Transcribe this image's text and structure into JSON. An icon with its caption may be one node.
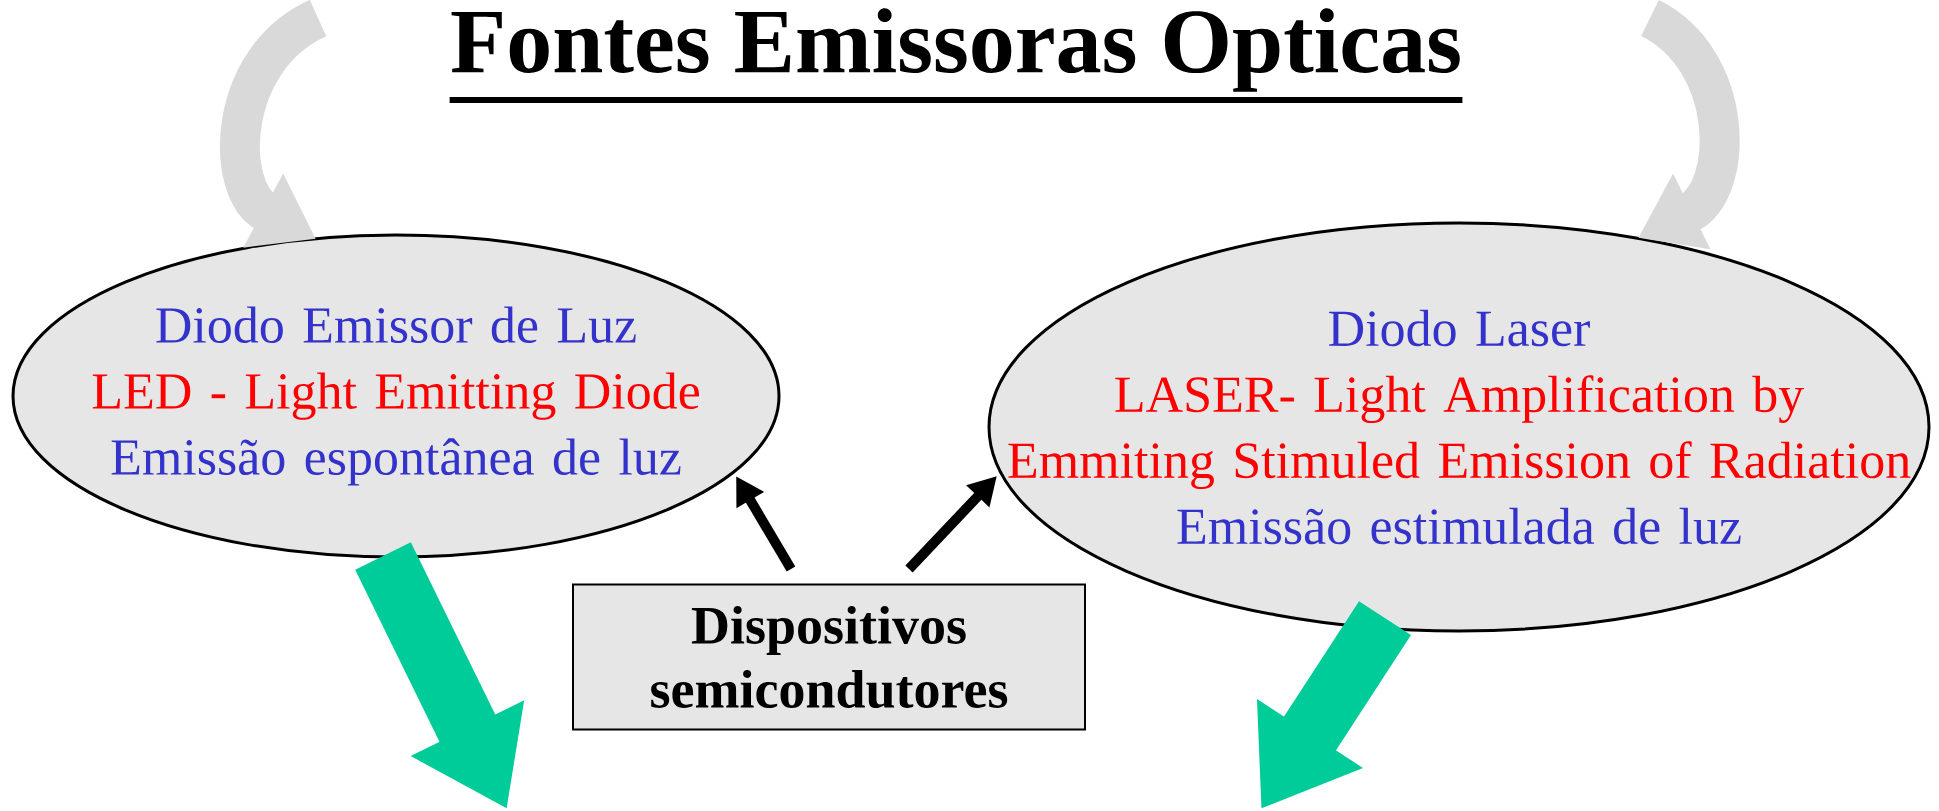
{
  "diagram": {
    "title": "Fontes Emissoras Opticas",
    "nodes": [
      {
        "text": [
          "Diodo Emissor de Luz",
          "LED - Light Emitting Diode",
          "Emissão espontânea de luz"
        ]
      },
      {
        "text": [
          "Diodo Laser",
          "LASER- Light Amplification by Emmiting Stimuled Emission of Radiation",
          "Emissão estimulada de luz"
        ]
      },
      {
        "text": [
          "Dispositivos semicondutores"
        ]
      }
    ],
    "edges": [
      {
        "from": null,
        "to": 0,
        "arrow": "to",
        "color": "#d9d9d9"
      },
      {
        "from": null,
        "to": 1,
        "arrow": "to",
        "color": "#d9d9d9"
      },
      {
        "from": 2,
        "to": 0,
        "arrow": "to",
        "color": "#000000"
      },
      {
        "from": 2,
        "to": 1,
        "arrow": "to",
        "color": "#000000"
      },
      {
        "from": 0,
        "to": null,
        "arrow": "to",
        "color": "#00cc99"
      },
      {
        "from": 1,
        "to": null,
        "arrow": "to",
        "color": "#00cc99"
      }
    ]
  }
}
